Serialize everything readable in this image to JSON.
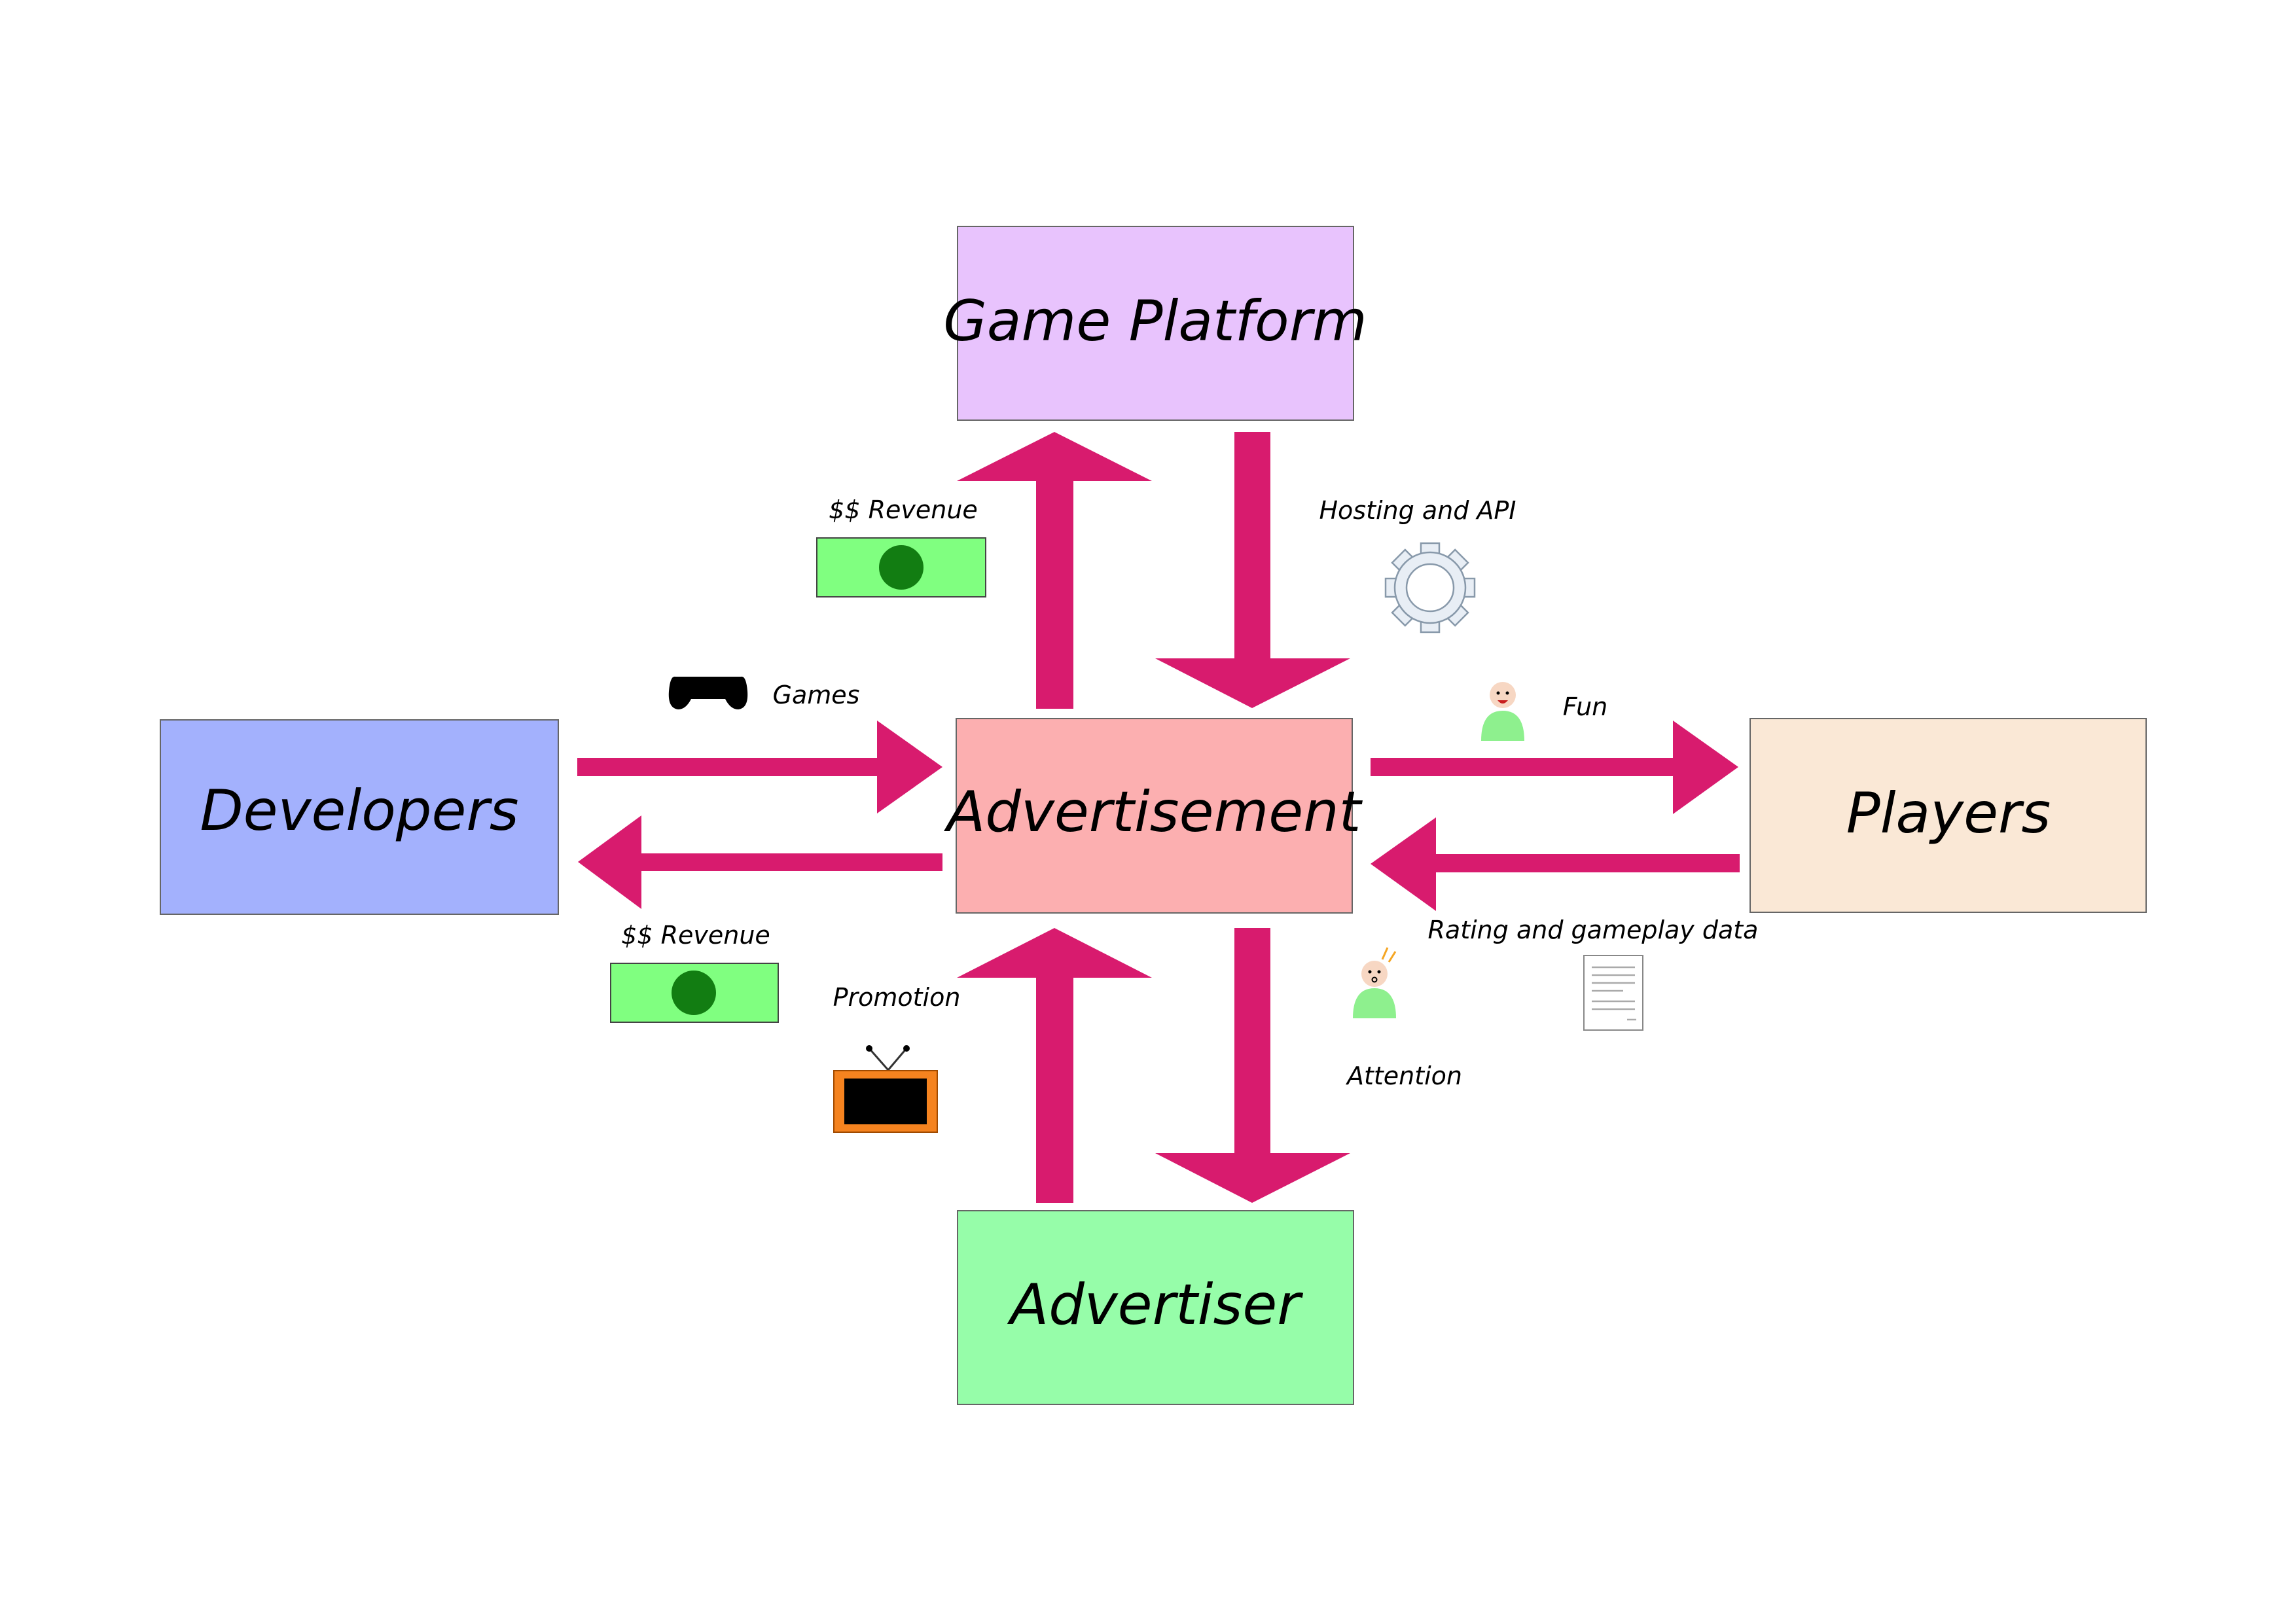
{
  "nodes": {
    "game_platform": {
      "label": "Game Platform",
      "color": "#e8c3fd"
    },
    "advertisement": {
      "label": "Advertisement",
      "color": "#fcafb0"
    },
    "developers": {
      "label": "Developers",
      "color": "#a3b1fd"
    },
    "players": {
      "label": "Players",
      "color": "#fae8d6"
    },
    "advertiser": {
      "label": "Advertiser",
      "color": "#96fda9"
    }
  },
  "edges": {
    "revenue_to_platform": {
      "label": "$$ Revenue",
      "icon": "money-icon"
    },
    "hosting": {
      "label": "Hosting and API",
      "icon": "gear-icon"
    },
    "games": {
      "label": "Games",
      "icon": "gamepad-icon"
    },
    "fun": {
      "label": "Fun",
      "icon": "happy-player-icon"
    },
    "revenue_to_developers": {
      "label": "$$ Revenue",
      "icon": "money-icon"
    },
    "rating": {
      "label": "Rating and gameplay data",
      "icon": "document-icon"
    },
    "promotion": {
      "label": "Promotion",
      "icon": "tv-icon"
    },
    "attention": {
      "label": "Attention",
      "icon": "attentive-player-icon"
    }
  },
  "colors": {
    "arrow": "#d81b6e",
    "money": "#80ff80",
    "coin": "#127d12",
    "tv_frame": "#f5831f"
  }
}
